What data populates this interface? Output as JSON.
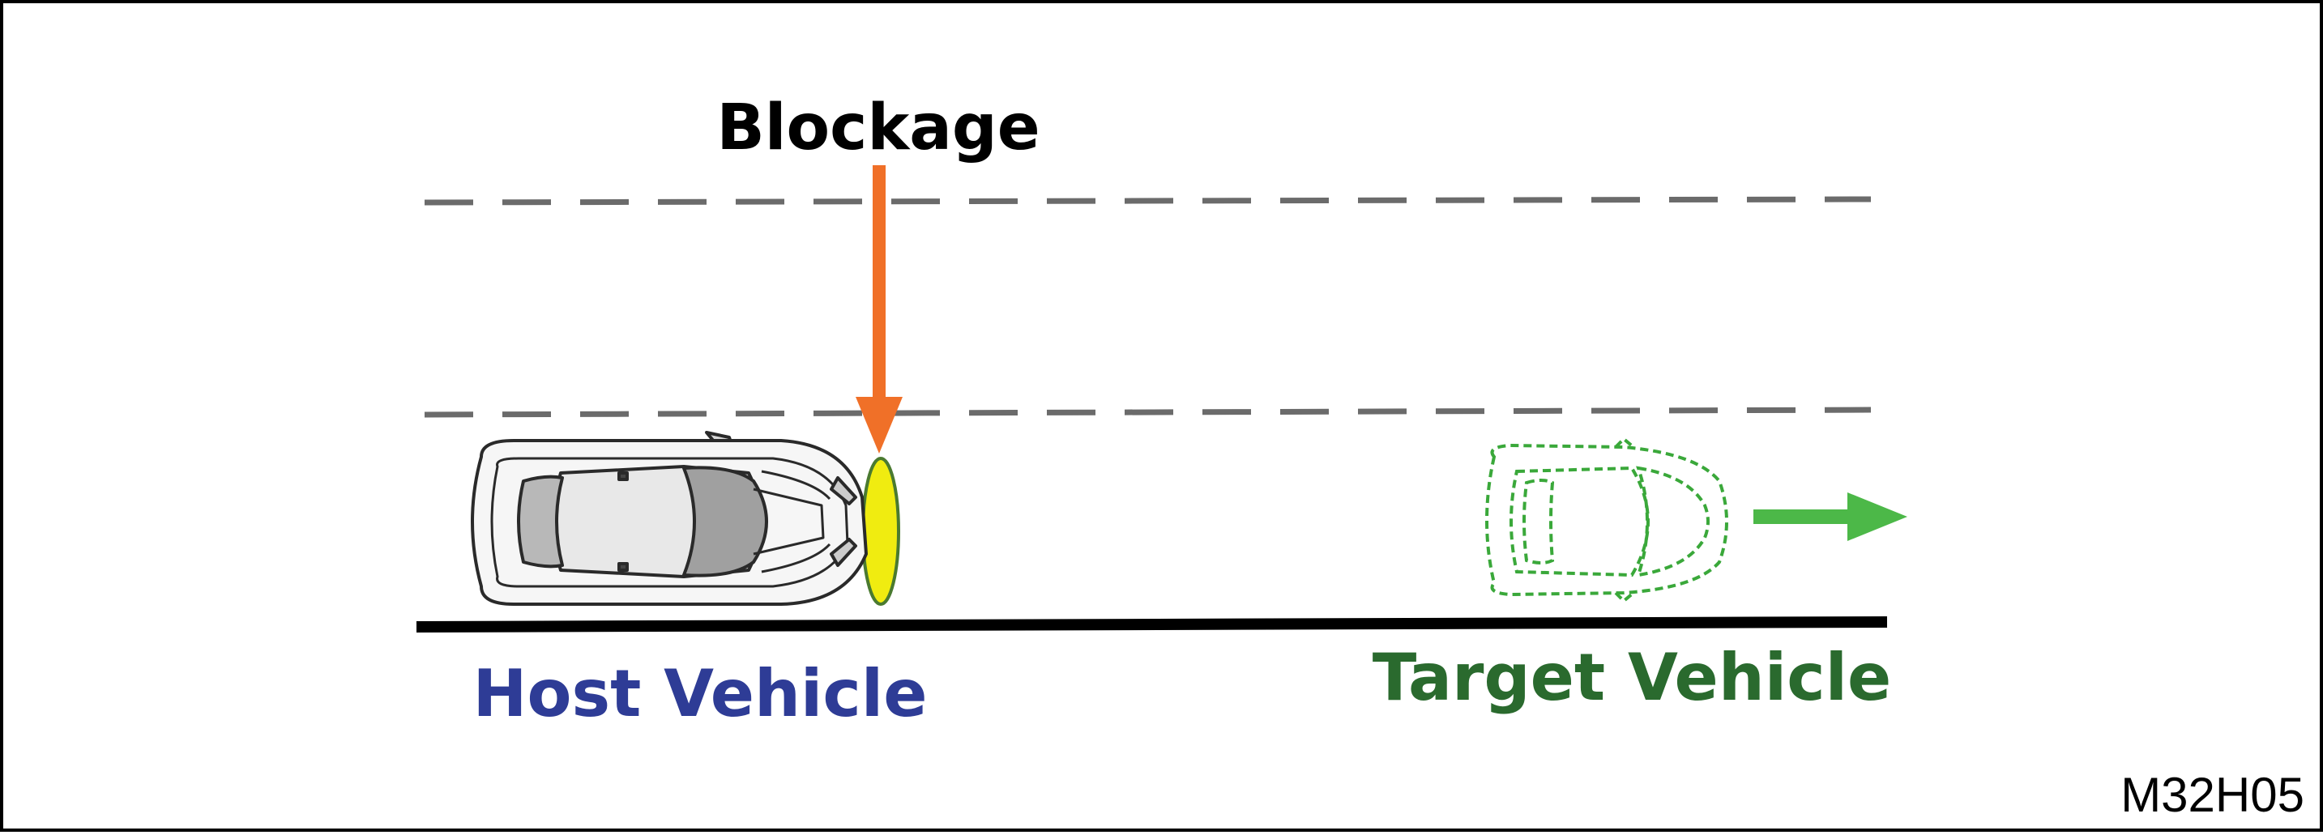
{
  "labels": {
    "blockage": "Blockage",
    "host_vehicle": "Host Vehicle",
    "target_vehicle": "Target Vehicle",
    "figure_code": "M32H05"
  },
  "colors": {
    "blockage_arrow": "#f07028",
    "blockage_marker_fill": "#f0ec10",
    "blockage_marker_stroke": "#4a7a30",
    "host_label": "#2e3c96",
    "target_label": "#2a6a2e",
    "target_outline": "#3aa83a",
    "motion_arrow": "#4cb848",
    "lane_dash": "#6b6b6b",
    "road_edge": "#000000"
  },
  "icons": {
    "host": "car-top-view-icon",
    "target": "car-outline-dashed-icon",
    "motion": "arrow-right-icon",
    "blockage": "arrow-down-icon"
  }
}
